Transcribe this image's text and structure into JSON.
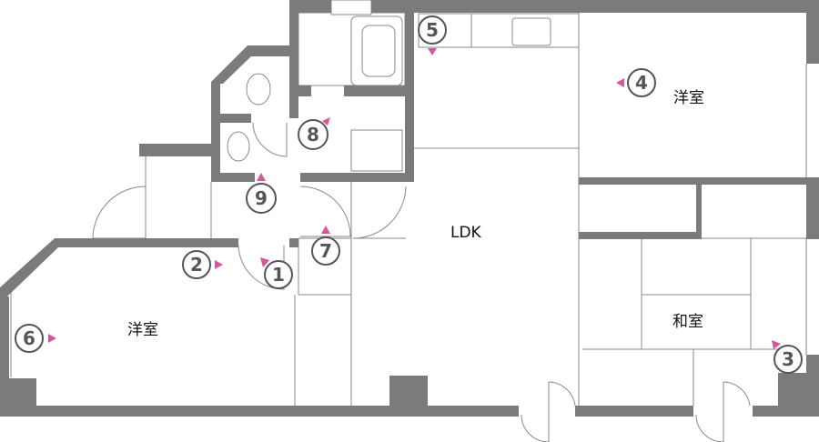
{
  "rooms": [
    {
      "id": "western-room-left",
      "label": "洋室"
    },
    {
      "id": "ldk",
      "label": "LDK"
    },
    {
      "id": "western-room-right",
      "label": "洋室"
    },
    {
      "id": "japanese-room",
      "label": "和室"
    }
  ],
  "markers": [
    {
      "number": "1",
      "direction": "up-left"
    },
    {
      "number": "2",
      "direction": "right"
    },
    {
      "number": "3",
      "direction": "up-left"
    },
    {
      "number": "4",
      "direction": "left"
    },
    {
      "number": "5",
      "direction": "down"
    },
    {
      "number": "6",
      "direction": "right"
    },
    {
      "number": "7",
      "direction": "up"
    },
    {
      "number": "8",
      "direction": "up-right"
    },
    {
      "number": "9",
      "direction": "up"
    }
  ],
  "colors": {
    "wall": "#7b7b7b",
    "marker_arrow": "#d4579a",
    "marker_ring": "#555555"
  }
}
